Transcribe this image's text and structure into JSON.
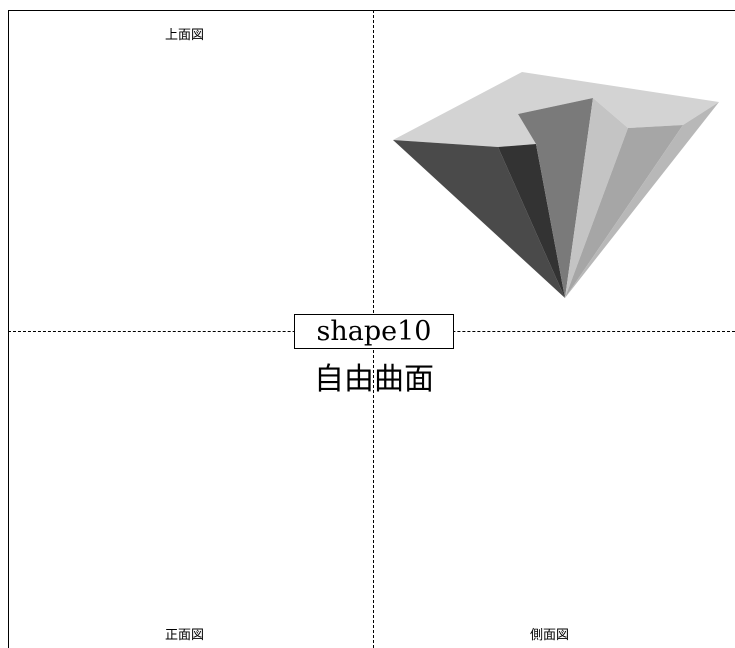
{
  "views": {
    "top_label": "上面図",
    "front_label": "正面図",
    "side_label": "側面図"
  },
  "shape": {
    "name": "shape10",
    "type_label": "自由曲面"
  },
  "colors": {
    "background": "#ffffff",
    "line": "#000000",
    "face_top": "#d3d3d3",
    "face_dark": "#4a4a4a",
    "face_darker": "#333333",
    "face_mid": "#7a7a7a",
    "face_light": "#c4c4c4",
    "face_light2": "#a6a6a6"
  }
}
